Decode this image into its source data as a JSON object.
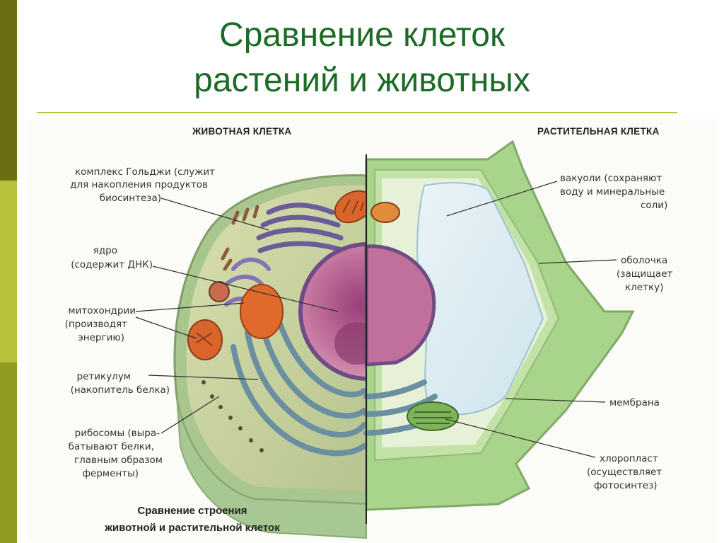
{
  "slide": {
    "title_line1": "Сравнение клеток",
    "title_line2": "растений и животных"
  },
  "diagram": {
    "animal_header": "ЖИВОТНАЯ КЛЕТКА",
    "plant_header": "РАСТИТЕЛЬНАЯ КЛЕТКА",
    "caption_line1": "Сравнение строения",
    "caption_line2": "животной и растительной клеток",
    "animal_labels": {
      "golgi": [
        "комплекс Гольджи (служит",
        "для накопления продуктов",
        "биосинтеза)"
      ],
      "nucleus": [
        "ядро",
        "(содержит ДНК)"
      ],
      "mitochondria": [
        "митохондрии",
        "(производят",
        "энергию)"
      ],
      "reticulum": [
        "ретикулум",
        "(накопитель белка)"
      ],
      "ribosomes": [
        "рибосомы (выра-",
        "батывают белки,",
        "главным образом",
        "ферменты)"
      ]
    },
    "plant_labels": {
      "vacuoles": [
        "вакуоли (сохраняют",
        "воду и минеральные",
        "соли)"
      ],
      "wall": [
        "оболочка",
        "(защищает",
        "клетку)"
      ],
      "membrane": [
        "мембрана"
      ],
      "chloroplast": [
        "хлоропласт",
        "(осуществляет",
        "фотосинтез)"
      ]
    },
    "colors": {
      "title_green": "#1c6b26",
      "plant_wall": "#a9d48c",
      "vacuole": "#dcecf2",
      "nucleus": "#b05a8a",
      "mitochondria": "#d9652c",
      "er_purple": "#7b6fa8",
      "cytoplasm": "#cfd6a6"
    }
  }
}
